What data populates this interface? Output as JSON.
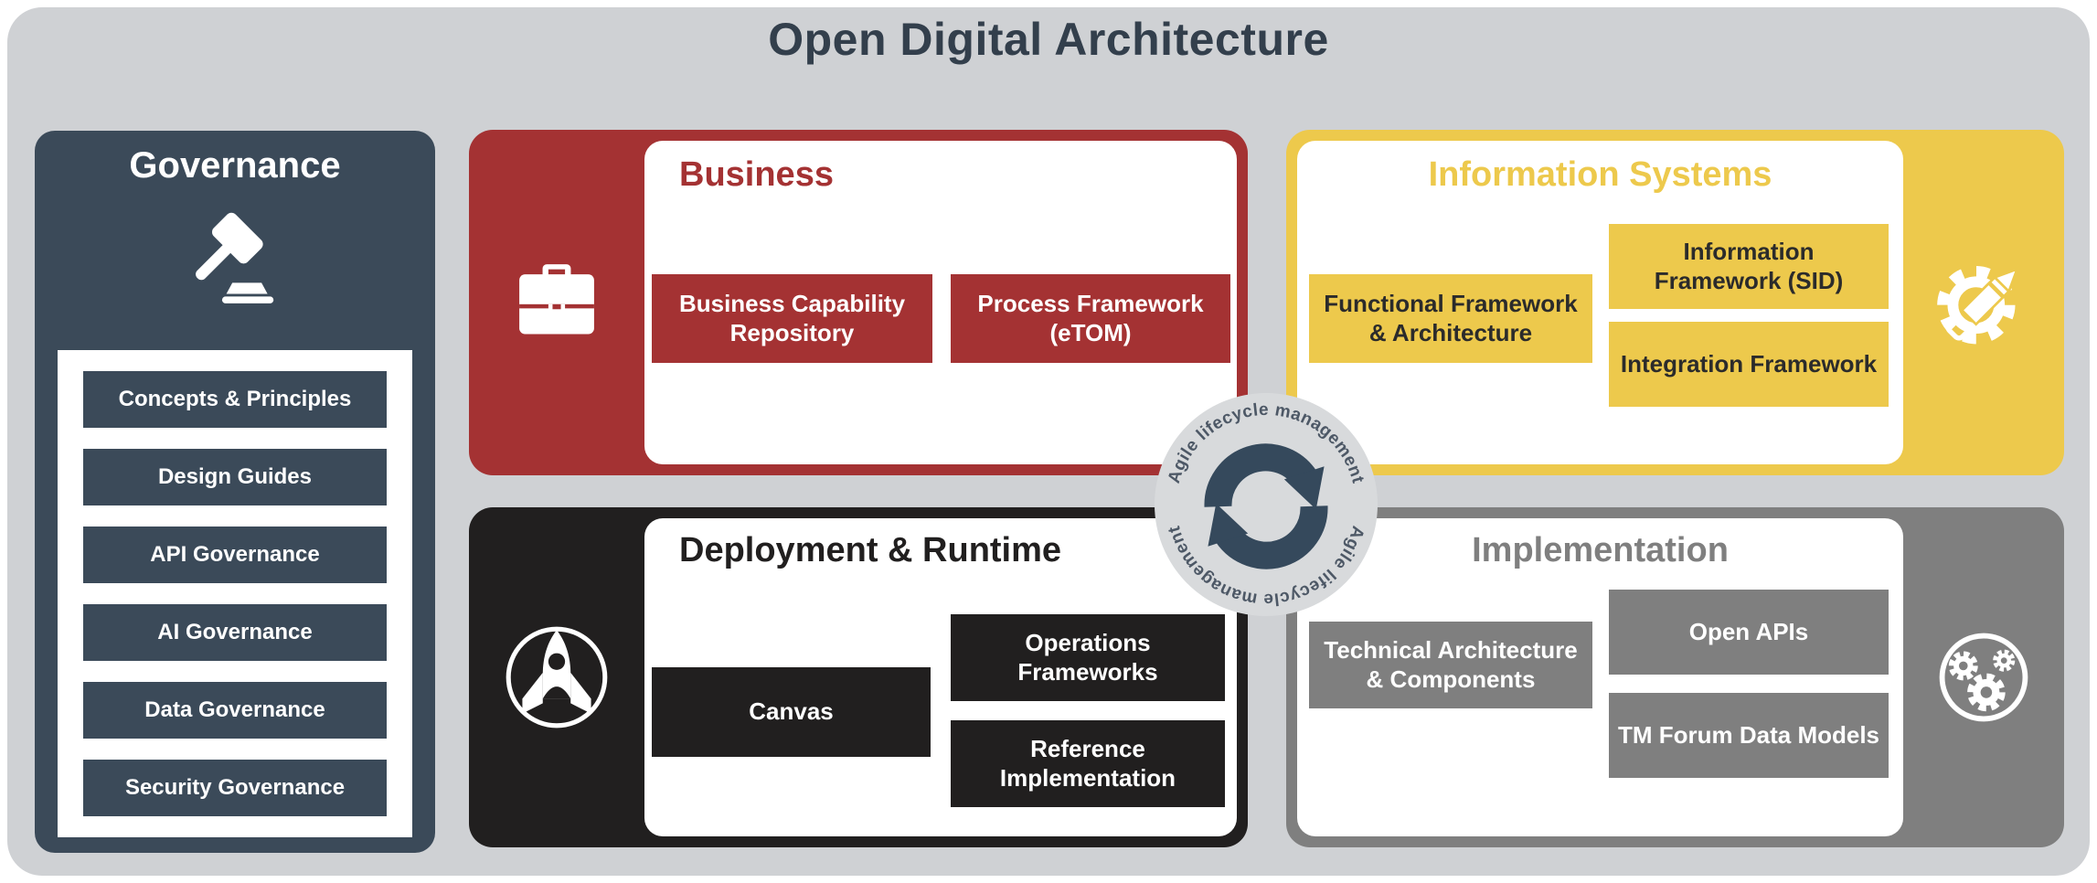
{
  "title": "Open Digital Architecture",
  "colors": {
    "canvas": "#cfd1d4",
    "slate": "#3b4a59",
    "red": "#a43233",
    "yellow": "#edc94c",
    "black": "#211f1f",
    "gray": "#7f7f7f",
    "title_text": "#333f4c",
    "badge_bg": "#d8dadc",
    "badge_text": "#4d5866",
    "badge_icon": "#35495c"
  },
  "governance": {
    "title": "Governance",
    "items": [
      "Concepts & Principles",
      "Design Guides",
      "API Governance",
      "AI Governance",
      "Data Governance",
      "Security Governance"
    ]
  },
  "business": {
    "title": "Business",
    "items": [
      "Business Capability Repository",
      "Process Framework (eTOM)"
    ]
  },
  "information_systems": {
    "title": "Information Systems",
    "items": [
      "Functional Framework & Architecture",
      "Information Framework (SID)",
      "Integration Framework"
    ]
  },
  "deployment_runtime": {
    "title": "Deployment & Runtime",
    "items": [
      "Canvas",
      "Operations Frameworks",
      "Reference Implementation"
    ]
  },
  "implementation": {
    "title": "Implementation",
    "items": [
      "Technical Architecture & Components",
      "Open APIs",
      "TM Forum Data Models"
    ]
  },
  "badge": {
    "label": "Agile lifecycle management"
  }
}
